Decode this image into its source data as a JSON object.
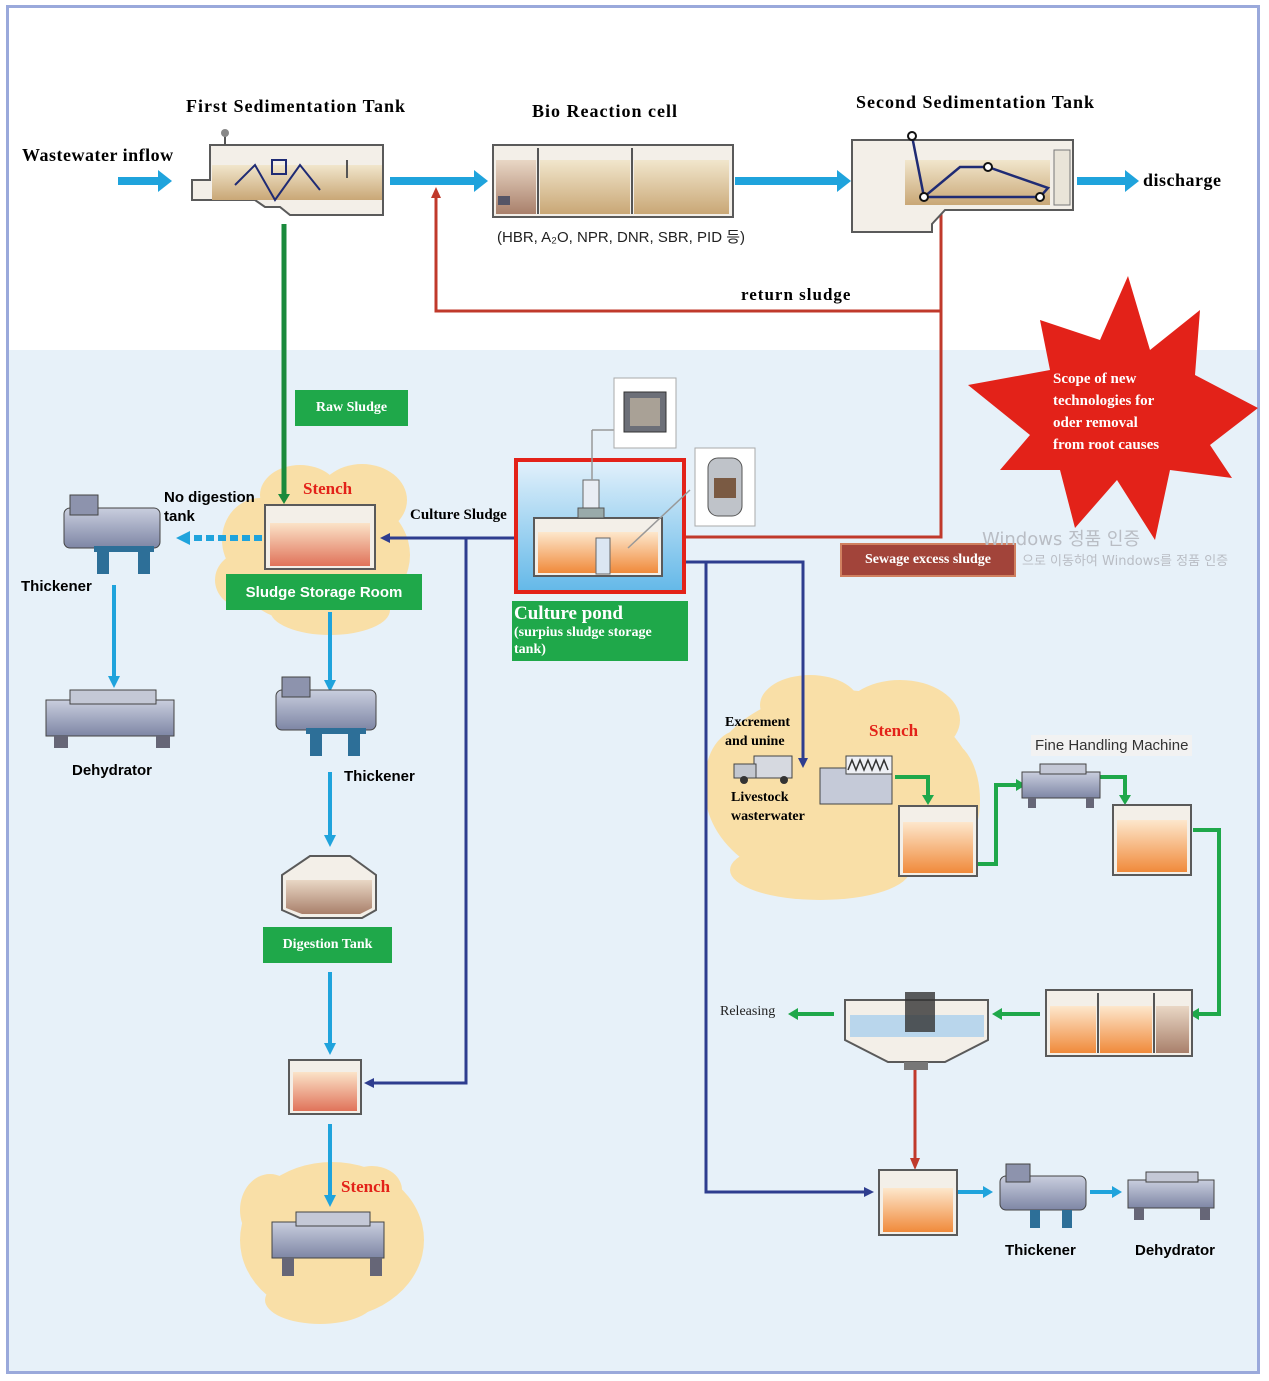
{
  "top": {
    "wastewater_inflow": "Wastewater inflow",
    "first_sed_tank": "First Sedimentation Tank",
    "bio_reaction_cell": "Bio Reaction cell",
    "bio_processes": "(HBR, A₂O, NPR, DNR, SBR, PID 등)",
    "second_sed_tank": "Second Sedimentation Tank",
    "discharge": "discharge",
    "return_sludge": "return sludge"
  },
  "left": {
    "raw_sludge": "Raw Sludge",
    "stench_1": "Stench",
    "no_digestion_tank": "No digestion\ntank",
    "thickener_1": "Thickener",
    "sludge_storage_room": "Sludge Storage Room",
    "dehydrator_1": "Dehydrator",
    "thickener_2": "Thickener",
    "digestion_tank": "Digestion Tank",
    "stench_3": "Stench",
    "culture_sludge": "Culture Sludge"
  },
  "center": {
    "culture_pond_title": "Culture pond",
    "culture_pond_sub": "(surpius sludge storage\ntank)",
    "sewage_excess_sludge": "Sewage excess sludge",
    "scope_text": "Scope of new\ntechnologies for\noder removal\nfrom root causes"
  },
  "right": {
    "excrement_urine": "Excrement\nand unine",
    "stench_2": "Stench",
    "livestock_wastewater": "Livestock\nwasterwater",
    "fine_handling_machine": "Fine Handling Machine",
    "releasing": "Releasing",
    "thickener_3": "Thickener",
    "dehydrator_2": "Dehydrator"
  },
  "watermark": {
    "line1": "Windows 정품 인증",
    "line2": "으로 이동하여 Windows를 정품 인증"
  },
  "colors": {
    "frame": "#9aa9db",
    "lower_bg": "#e7f1f9",
    "flow_blue": "#1fa3dc",
    "flow_green": "#1a8a3c",
    "flow_red": "#c0392b",
    "flow_navy": "#2e3d8f",
    "label_green": "#1fa84a",
    "stench_red": "#e32219",
    "cloud": "#f9dfa7",
    "star_red": "#e32219",
    "sewage_box": "#a2443a"
  }
}
